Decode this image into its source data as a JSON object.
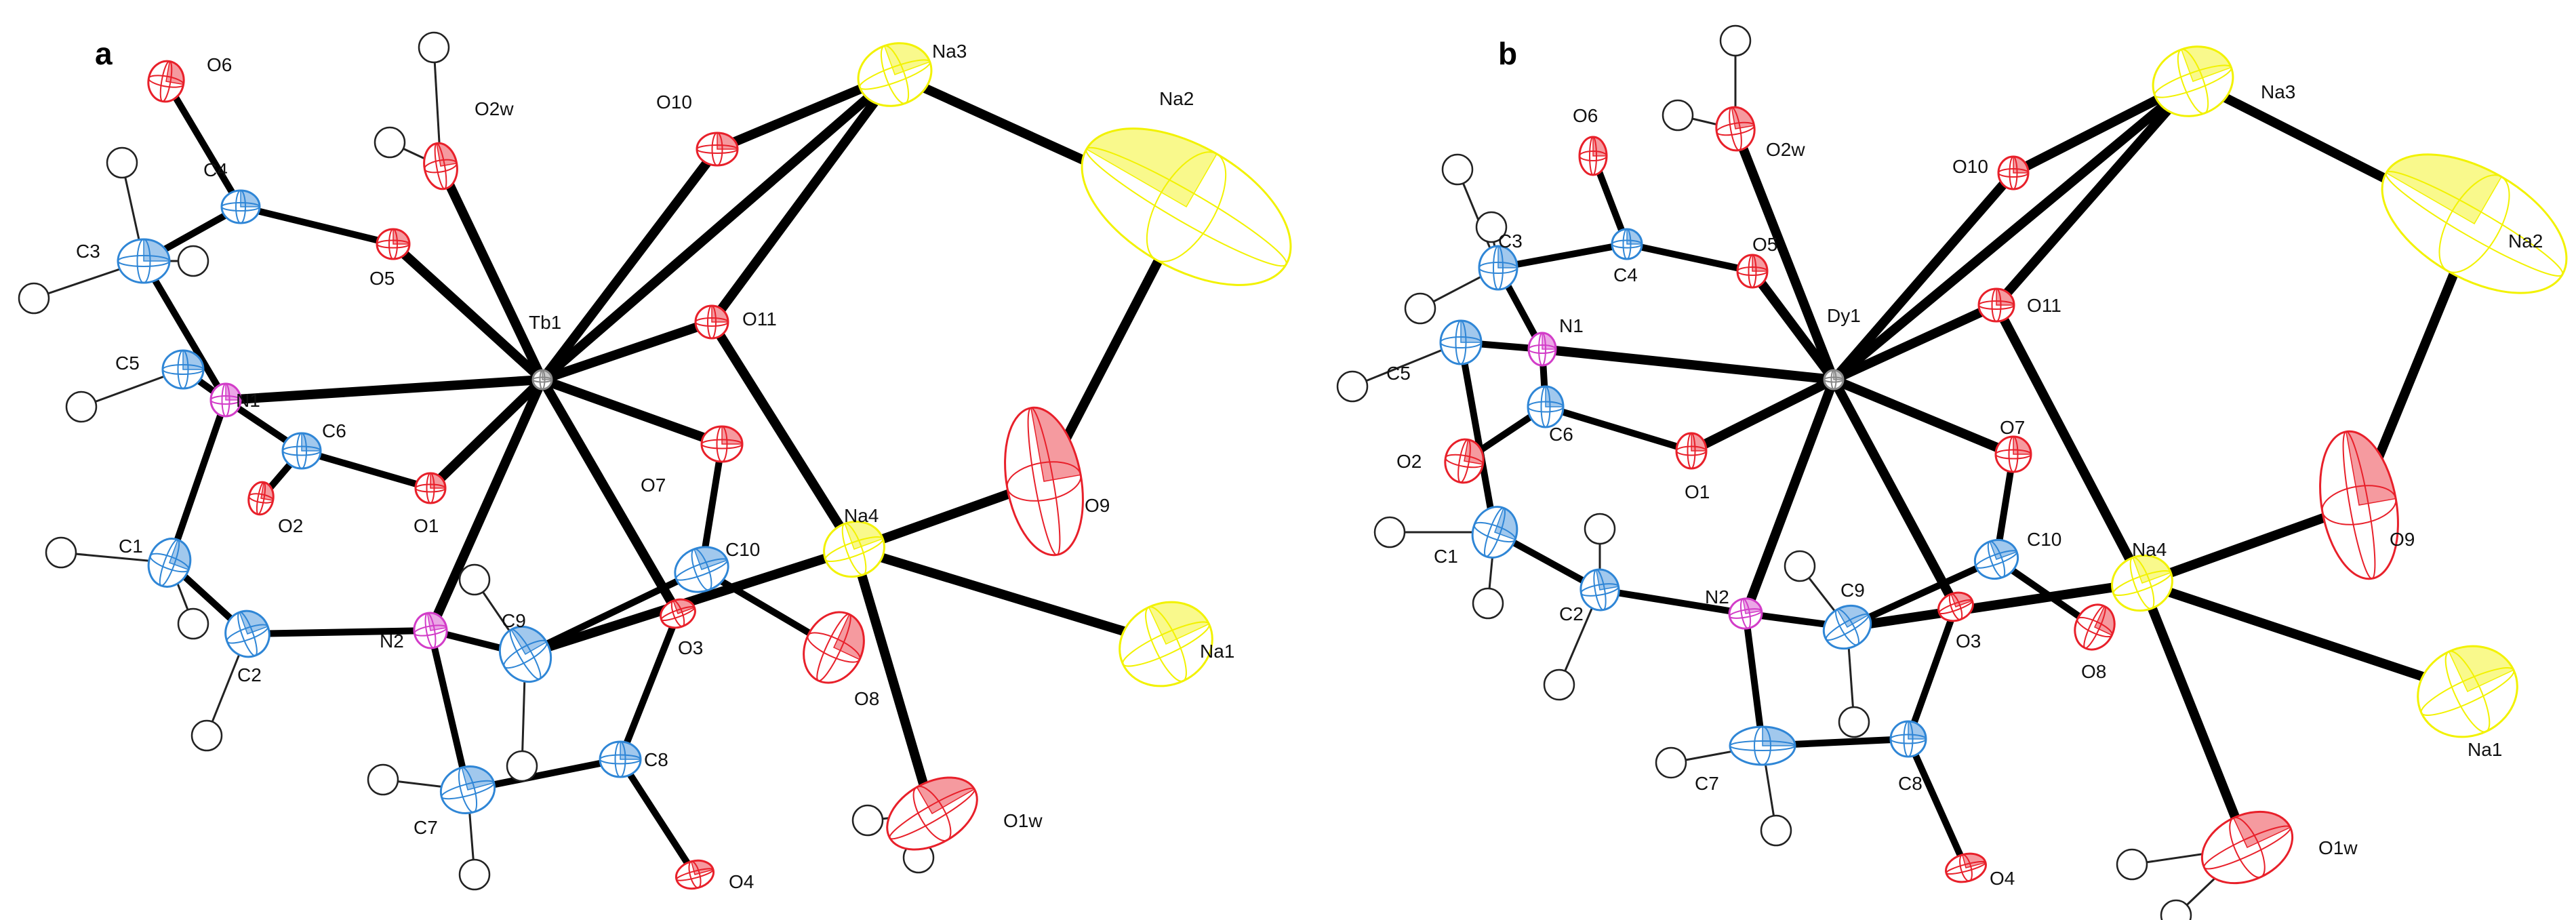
{
  "panels": [
    {
      "letter": "a",
      "metal": "Tb1",
      "atoms": [
        {
          "label": "Tb1",
          "element": "metal"
        },
        {
          "label": "Na1",
          "element": "Na"
        },
        {
          "label": "Na2",
          "element": "Na"
        },
        {
          "label": "Na3",
          "element": "Na"
        },
        {
          "label": "Na4",
          "element": "Na"
        },
        {
          "label": "O1",
          "element": "O"
        },
        {
          "label": "O2",
          "element": "O"
        },
        {
          "label": "O3",
          "element": "O"
        },
        {
          "label": "O4",
          "element": "O"
        },
        {
          "label": "O5",
          "element": "O"
        },
        {
          "label": "O6",
          "element": "O"
        },
        {
          "label": "O7",
          "element": "O"
        },
        {
          "label": "O8",
          "element": "O"
        },
        {
          "label": "O9",
          "element": "O"
        },
        {
          "label": "O10",
          "element": "O"
        },
        {
          "label": "O11",
          "element": "O"
        },
        {
          "label": "O1w",
          "element": "O"
        },
        {
          "label": "O2w",
          "element": "O"
        },
        {
          "label": "N1",
          "element": "N"
        },
        {
          "label": "N2",
          "element": "N"
        },
        {
          "label": "C1",
          "element": "C"
        },
        {
          "label": "C2",
          "element": "C"
        },
        {
          "label": "C3",
          "element": "C"
        },
        {
          "label": "C4",
          "element": "C"
        },
        {
          "label": "C5",
          "element": "C"
        },
        {
          "label": "C6",
          "element": "C"
        },
        {
          "label": "C7",
          "element": "C"
        },
        {
          "label": "C8",
          "element": "C"
        },
        {
          "label": "C9",
          "element": "C"
        },
        {
          "label": "C10",
          "element": "C"
        }
      ],
      "bonds": [
        [
          "Tb1",
          "N1"
        ],
        [
          "Tb1",
          "N2"
        ],
        [
          "Tb1",
          "O1"
        ],
        [
          "Tb1",
          "O3"
        ],
        [
          "Tb1",
          "O5"
        ],
        [
          "Tb1",
          "O7"
        ],
        [
          "Tb1",
          "O10"
        ],
        [
          "Tb1",
          "O11"
        ],
        [
          "Tb1",
          "O2w"
        ],
        [
          "Tb1",
          "Na3"
        ],
        [
          "O10",
          "Na3"
        ],
        [
          "O11",
          "Na3"
        ],
        [
          "Na3",
          "Na2"
        ],
        [
          "Na2",
          "O9"
        ],
        [
          "O9",
          "Na4"
        ],
        [
          "O11",
          "Na4"
        ],
        [
          "Na4",
          "Na1"
        ],
        [
          "Na4",
          "O1w"
        ],
        [
          "Na4",
          "C9"
        ],
        [
          "N1",
          "C3"
        ],
        [
          "N1",
          "C5"
        ],
        [
          "N1",
          "C1"
        ],
        [
          "N1",
          "C6"
        ],
        [
          "C3",
          "C4"
        ],
        [
          "C4",
          "O5"
        ],
        [
          "C4",
          "O6"
        ],
        [
          "C6",
          "O1"
        ],
        [
          "C6",
          "O2"
        ],
        [
          "C1",
          "C2"
        ],
        [
          "C2",
          "N2"
        ],
        [
          "N2",
          "C9"
        ],
        [
          "N2",
          "C7"
        ],
        [
          "C9",
          "C10"
        ],
        [
          "C10",
          "O7"
        ],
        [
          "C10",
          "O8"
        ],
        [
          "C7",
          "C8"
        ],
        [
          "C8",
          "O3"
        ],
        [
          "C8",
          "O4"
        ]
      ]
    },
    {
      "letter": "b",
      "metal": "Dy1",
      "atoms": [
        {
          "label": "Dy1",
          "element": "metal"
        },
        {
          "label": "Na1",
          "element": "Na"
        },
        {
          "label": "Na2",
          "element": "Na"
        },
        {
          "label": "Na3",
          "element": "Na"
        },
        {
          "label": "Na4",
          "element": "Na"
        },
        {
          "label": "O1",
          "element": "O"
        },
        {
          "label": "O2",
          "element": "O"
        },
        {
          "label": "O3",
          "element": "O"
        },
        {
          "label": "O4",
          "element": "O"
        },
        {
          "label": "O5",
          "element": "O"
        },
        {
          "label": "O6",
          "element": "O"
        },
        {
          "label": "O7",
          "element": "O"
        },
        {
          "label": "O8",
          "element": "O"
        },
        {
          "label": "O9",
          "element": "O"
        },
        {
          "label": "O10",
          "element": "O"
        },
        {
          "label": "O11",
          "element": "O"
        },
        {
          "label": "O1w",
          "element": "O"
        },
        {
          "label": "O2w",
          "element": "O"
        },
        {
          "label": "N1",
          "element": "N"
        },
        {
          "label": "N2",
          "element": "N"
        },
        {
          "label": "C1",
          "element": "C"
        },
        {
          "label": "C2",
          "element": "C"
        },
        {
          "label": "C3",
          "element": "C"
        },
        {
          "label": "C4",
          "element": "C"
        },
        {
          "label": "C5",
          "element": "C"
        },
        {
          "label": "C6",
          "element": "C"
        },
        {
          "label": "C7",
          "element": "C"
        },
        {
          "label": "C8",
          "element": "C"
        },
        {
          "label": "C9",
          "element": "C"
        },
        {
          "label": "C10",
          "element": "C"
        }
      ],
      "bonds": [
        [
          "Dy1",
          "N1"
        ],
        [
          "Dy1",
          "N2"
        ],
        [
          "Dy1",
          "O1"
        ],
        [
          "Dy1",
          "O3"
        ],
        [
          "Dy1",
          "O5"
        ],
        [
          "Dy1",
          "O7"
        ],
        [
          "Dy1",
          "O10"
        ],
        [
          "Dy1",
          "O11"
        ],
        [
          "Dy1",
          "O2w"
        ],
        [
          "Dy1",
          "Na3"
        ],
        [
          "O10",
          "Na3"
        ],
        [
          "O11",
          "Na3"
        ],
        [
          "Na3",
          "Na2"
        ],
        [
          "Na2",
          "O9"
        ],
        [
          "O9",
          "Na4"
        ],
        [
          "O11",
          "Na4"
        ],
        [
          "Na4",
          "Na1"
        ],
        [
          "Na4",
          "O1w"
        ],
        [
          "Na4",
          "C9"
        ],
        [
          "N1",
          "C3"
        ],
        [
          "N1",
          "C5"
        ],
        [
          "N1",
          "C6"
        ],
        [
          "C3",
          "C4"
        ],
        [
          "C4",
          "O5"
        ],
        [
          "C4",
          "O6"
        ],
        [
          "C6",
          "O1"
        ],
        [
          "C6",
          "O2"
        ],
        [
          "C5",
          "C1"
        ],
        [
          "C1",
          "C2"
        ],
        [
          "C2",
          "N2"
        ],
        [
          "N2",
          "C9"
        ],
        [
          "N2",
          "C7"
        ],
        [
          "C9",
          "C10"
        ],
        [
          "C10",
          "O7"
        ],
        [
          "C10",
          "O8"
        ],
        [
          "C7",
          "C8"
        ],
        [
          "C8",
          "O3"
        ],
        [
          "C8",
          "O4"
        ]
      ]
    }
  ],
  "colors": {
    "metal": "#888888",
    "Na": "#f2f200",
    "O": "#e8202a",
    "N": "#d23cc8",
    "C": "#2f86d6",
    "H": "#222222",
    "bond": "#000000"
  }
}
